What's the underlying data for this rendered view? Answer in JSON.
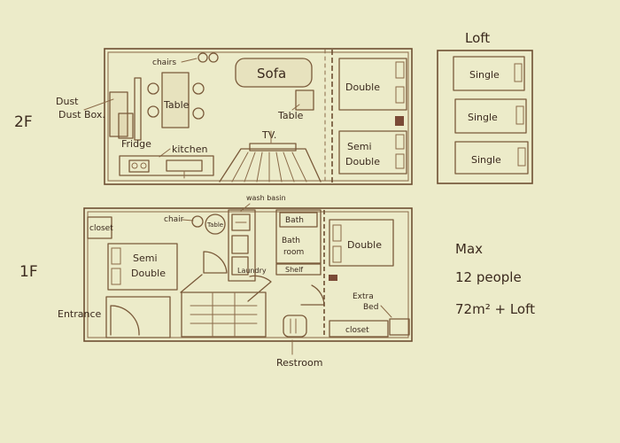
{
  "floors": {
    "second": {
      "label": "2F",
      "rooms": {
        "dust_box": "Dust Box.",
        "chairs": "chairs",
        "table_dining": "Table",
        "sofa": "Sofa",
        "table_side": "Table",
        "fridge": "Fridge",
        "kitchen": "kitchen",
        "tv": "TV.",
        "double": "Double",
        "semi_double_line1": "Semi",
        "semi_double_line2": "Double"
      }
    },
    "loft": {
      "label": "Loft",
      "beds": [
        "Single",
        "Single",
        "Single"
      ]
    },
    "first": {
      "label": "1F",
      "rooms": {
        "closet_left": "closet",
        "chair": "chair",
        "table": "Table",
        "wash_basin": "wash basin",
        "bath": "Bath",
        "bath_room_line1": "Bath",
        "bath_room_line2": "room",
        "laundry": "Laundry",
        "shelf": "Shelf",
        "double": "Double",
        "semi_double_line1": "Semi",
        "semi_double_line2": "Double",
        "entrance": "Entrance",
        "extra_bed_line1": "Extra",
        "extra_bed_line2": "Bed",
        "closet_right": "closet",
        "restroom": "Restroom"
      }
    }
  },
  "notes": {
    "line1": "Max",
    "line2": "12 people",
    "line3": "72m² + Loft"
  },
  "colors": {
    "paper": "#ecebc9",
    "ink": "#7a5a3a",
    "text": "#3b2a1e",
    "hatch": "#7a4a36"
  }
}
